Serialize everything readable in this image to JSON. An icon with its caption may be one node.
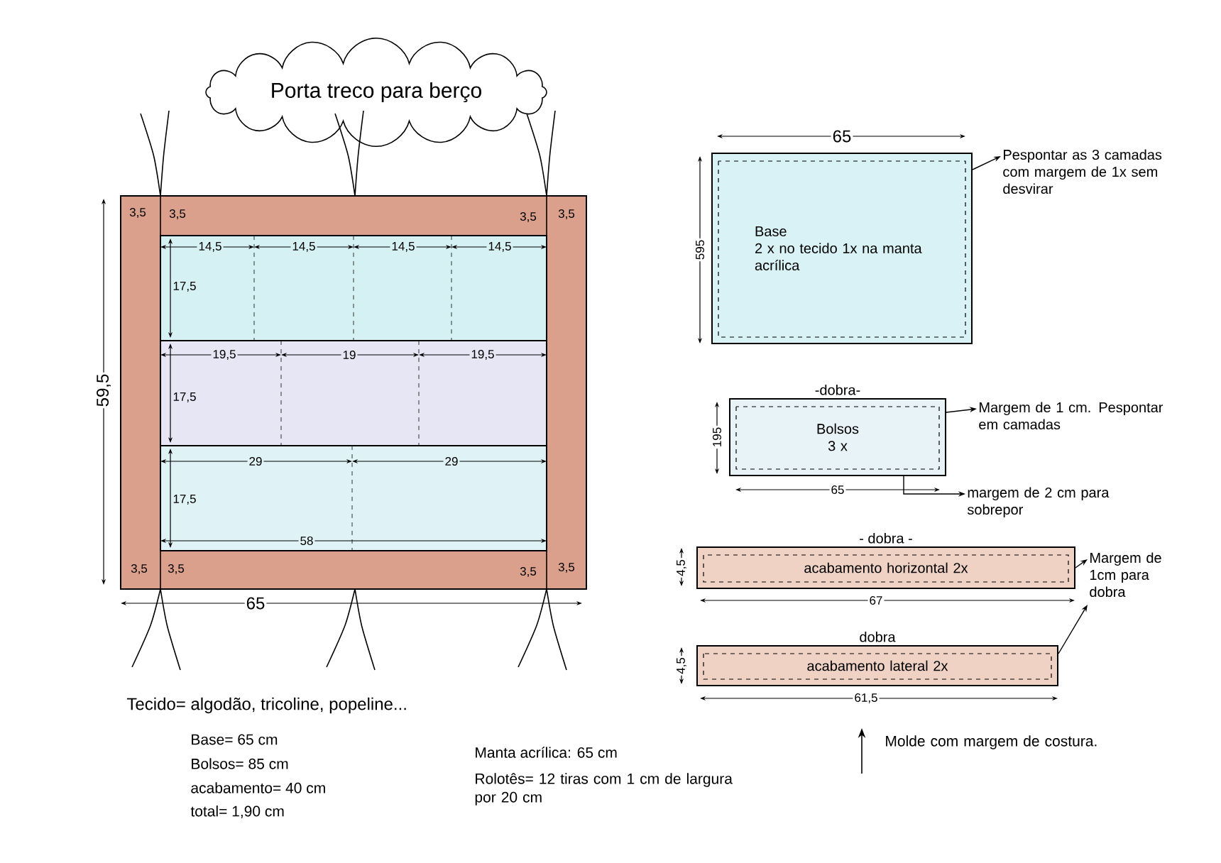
{
  "diagram": {
    "nodes": [
      {
        "text": [
          "Porta treco para berço"
        ]
      },
      {
        "text": [
          "Base",
          "2 x no tecido 1x na manta acrílica"
        ]
      },
      {
        "text": [
          "Pespontar as 3 camadas com margem de 1x sem desvirar"
        ]
      },
      {
        "text": [
          "Bolsos",
          "3 x"
        ],
        "beside": [
          "-dobra-"
        ]
      },
      {
        "text": [
          "Margem de 1 cm. Pespontar em camadas"
        ]
      },
      {
        "text": [
          "margem de 2 cm para sobrepor"
        ]
      },
      {
        "text": [
          "acabamento horizontal 2x"
        ],
        "beside": [
          "- dobra -"
        ]
      },
      {
        "text": [
          "acabamento lateral 2x"
        ],
        "beside": [
          "dobra"
        ]
      },
      {
        "text": [
          "Margem de 1cm para dobra"
        ]
      }
    ],
    "edges": [
      {
        "from": 1,
        "to": 2,
        "arrow": "to"
      },
      {
        "from": 3,
        "to": 4,
        "arrow": "to"
      },
      {
        "from": 3,
        "to": 5,
        "arrow": "to"
      },
      {
        "from": 6,
        "to": 8,
        "arrow": "to"
      },
      {
        "from": 7,
        "to": 8,
        "arrow": "to"
      }
    ],
    "labels": [
      "3,5",
      "3,5",
      "3,5",
      "3,5",
      "14,5",
      "14,5",
      "14,5",
      "14,5",
      "17,5",
      "19,5",
      "19",
      "19,5",
      "17,5",
      "29",
      "29",
      "17,5",
      "58",
      "3,5",
      "3,5",
      "3,5",
      "3,5",
      "59,5",
      "65",
      "65",
      "595",
      "195",
      "65",
      "4,5",
      "67",
      "4,5",
      "61,5",
      "Tecido= algodão, tricoline, popeline...",
      "Base= 65 cm",
      "Bolsos= 85 cm",
      "acabamento= 40 cm",
      "total= 1,90 cm",
      "Manta acrílica: 65 cm",
      "Rolotês= 12 tiras com 1 cm de largura por 20 cm",
      "Molde com margem de costura."
    ]
  }
}
